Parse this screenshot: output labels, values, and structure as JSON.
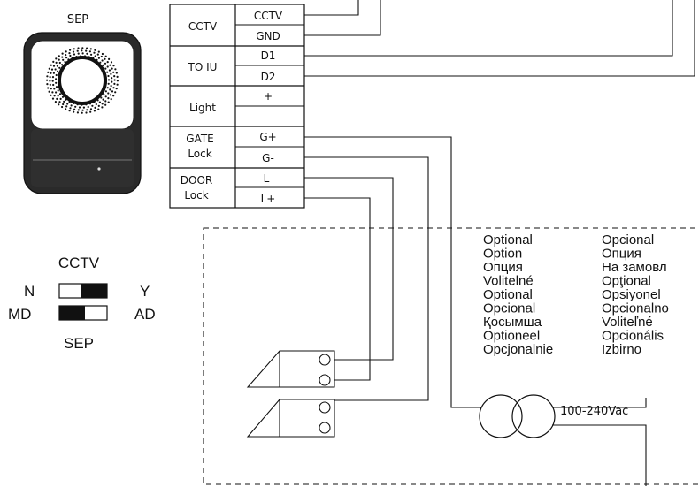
{
  "device": {
    "label": "SEP"
  },
  "terminal_groups": [
    {
      "name": "CCTV",
      "pins": [
        "CCTV",
        "GND"
      ]
    },
    {
      "name": "TO IU",
      "pins": [
        "D1",
        "D2"
      ]
    },
    {
      "name": "Light",
      "pins": [
        "+",
        "-"
      ]
    },
    {
      "name_lines": [
        "GATE",
        "Lock"
      ],
      "pins": [
        "G+",
        "G-"
      ]
    },
    {
      "name_lines": [
        "DOOR",
        "Lock"
      ],
      "pins": [
        "L-",
        "L+"
      ]
    }
  ],
  "switch": {
    "top": "CCTV",
    "bottom": "SEP",
    "left_top": "N",
    "left_bottom": "MD",
    "right_top": "Y",
    "right_bottom": "AD"
  },
  "optional_col1": [
    "Optional",
    "Option",
    "Опция",
    "Volitelné",
    "Optional",
    "Opcional",
    "Қосымша",
    "Optioneel",
    "Opcjonalnie"
  ],
  "optional_col2": [
    "Opcional",
    "Опция",
    "На замовл",
    "Opţional",
    "Opsiyonel",
    "Opcionalno",
    "Voliteľné",
    "Opcionális",
    "Izbirno"
  ],
  "power": {
    "label": "100-240Vac"
  }
}
